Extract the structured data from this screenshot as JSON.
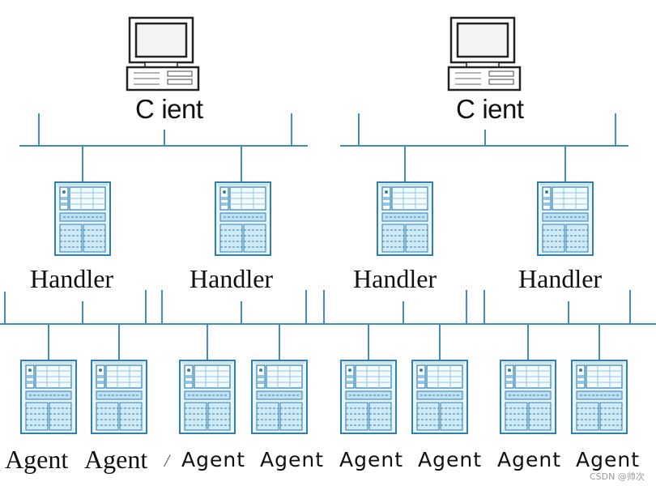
{
  "clients": [
    {
      "label": "C",
      "label_rest": "ient"
    },
    {
      "label": "C",
      "label_rest": "ient"
    }
  ],
  "handlers": [
    {
      "label": "Handler"
    },
    {
      "label": "Handler"
    },
    {
      "label": "Handler"
    },
    {
      "label": "Handler"
    }
  ],
  "agents": [
    {
      "label": "Agent"
    },
    {
      "label": "Agent"
    },
    {
      "label": "Agent"
    },
    {
      "label": "Agent"
    },
    {
      "label": "Agent"
    },
    {
      "label": "Agent"
    },
    {
      "label": "Agent"
    },
    {
      "label": "Agent"
    }
  ],
  "fragment": "/",
  "watermark": "CSDN @帅次",
  "colors": {
    "line": "#3f8fb9",
    "server_outline": "#2f7fb0",
    "server_fill": "#dff3fb",
    "pc_outline": "#222222",
    "text": "#111111"
  }
}
